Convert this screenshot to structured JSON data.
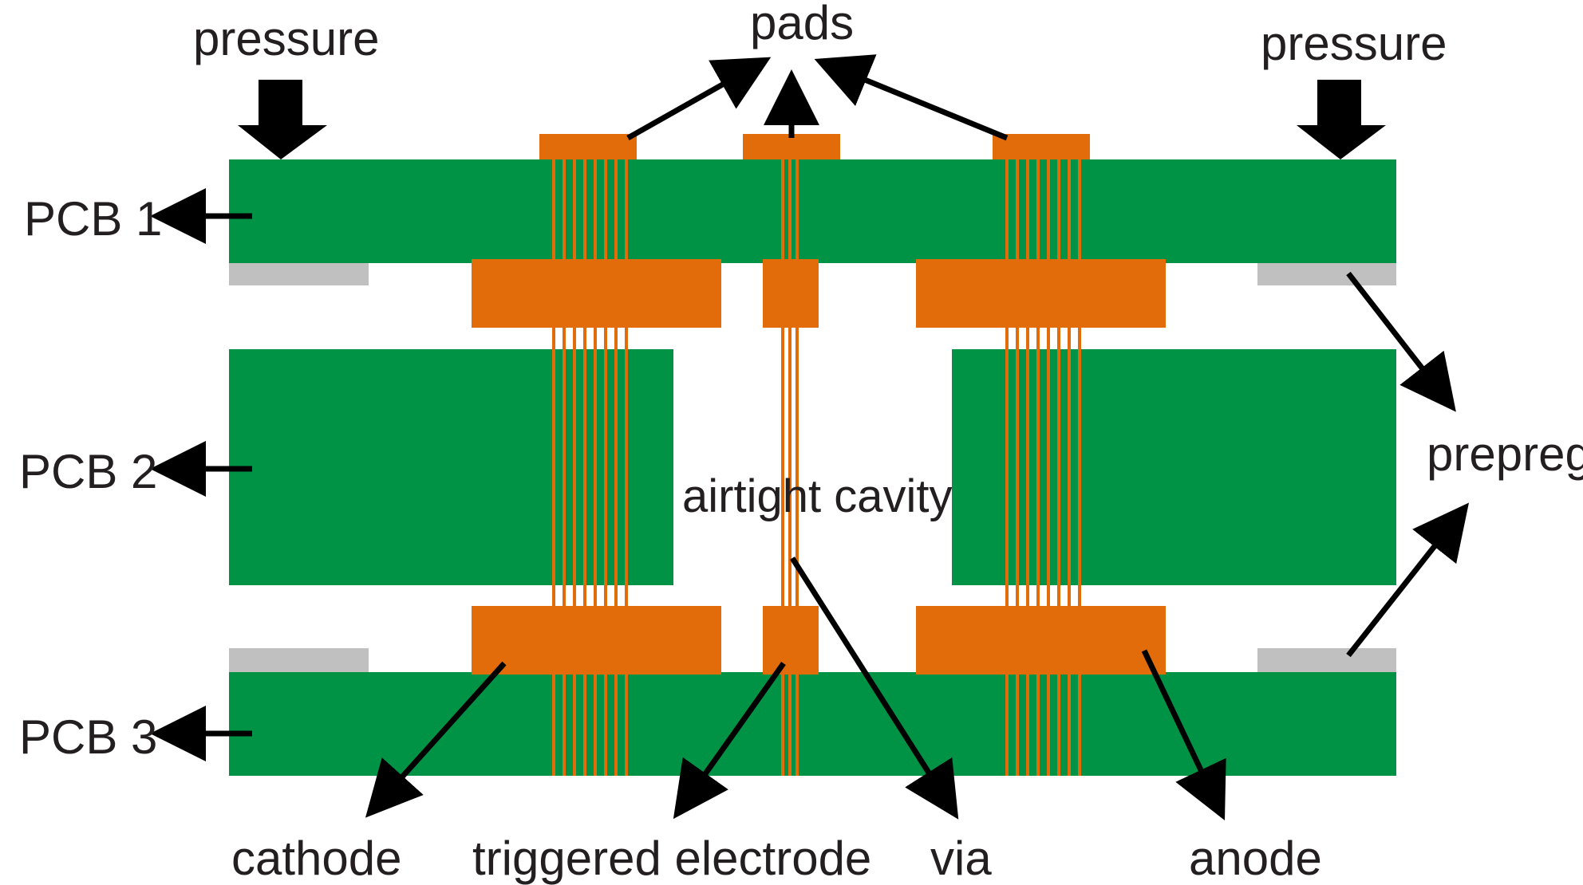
{
  "labels": {
    "pressure_left": "pressure",
    "pressure_right": "pressure",
    "pads": "pads",
    "pcb1": "PCB 1",
    "pcb2": "PCB 2",
    "pcb3": "PCB 3",
    "airtight_cavity": "airtight cavity",
    "prepreg": "prepreg",
    "cathode": "cathode",
    "triggered_electrode": "triggered electrode",
    "via": "via",
    "anode": "anode"
  },
  "colors": {
    "pcb": "#009245",
    "copper": "#e36c0a",
    "prepreg": "#c0c0c0",
    "arrow": "#000000",
    "text": "#231f20"
  }
}
